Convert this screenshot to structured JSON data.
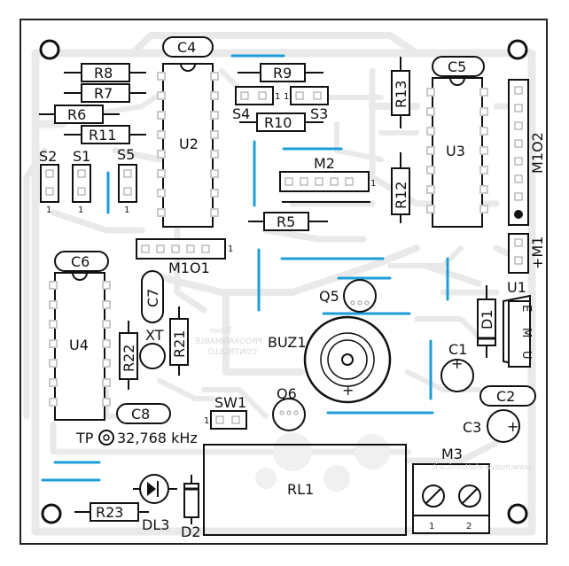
{
  "labels": {
    "C4": "C4",
    "C5": "C5",
    "C6": "C6",
    "C7": "C7",
    "C8": "C8",
    "C1": "C1",
    "C2": "C2",
    "C3": "C3",
    "R5": "R5",
    "R6": "R6",
    "R7": "R7",
    "R8": "R8",
    "R9": "R9",
    "R10": "R10",
    "R11": "R11",
    "R12": "R12",
    "R13": "R13",
    "R21": "R21",
    "R22": "R22",
    "R23": "R23",
    "U1": "U1",
    "U2": "U2",
    "U3": "U3",
    "U4": "U4",
    "S1": "S1",
    "S2": "S2",
    "S3": "S3",
    "S4": "S4",
    "S5": "S5",
    "M1": "+M1",
    "M2": "M2",
    "M3": "M3",
    "M1O1": "M1O1",
    "M1O2": "M1O2",
    "Q5": "Q5",
    "Q6": "Q6",
    "D1": "D1",
    "D2": "D2",
    "DL3": "DL3",
    "XT": "XT",
    "BUZ1": "BUZ1",
    "SW1": "SW1",
    "RL1": "RL1",
    "TP": "TP",
    "freq": "32,768 kHz",
    "u1_pins": [
      "E",
      "M",
      "U"
    ],
    "pin1": "1",
    "pin2": "2",
    "ghost1": "Timer",
    "ghost2": "PROGRAMMABLE",
    "ghost3": "CONTROLLO",
    "url": "www.nuova-elettronica.it"
  }
}
